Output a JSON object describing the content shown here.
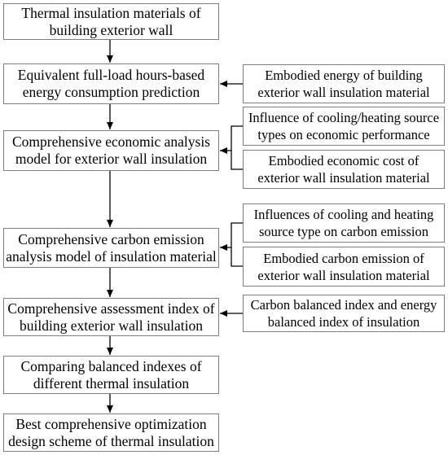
{
  "flow": {
    "main_steps": [
      {
        "text": "Thermal insulation materials of\nbuilding exterior wall"
      },
      {
        "text": "Equivalent full-load hours-based\nenergy consumption prediction"
      },
      {
        "text": "Comprehensive economic analysis\nmodel for exterior wall insulation"
      },
      {
        "text": "Comprehensive carbon emission\nanalysis model of insulation material"
      },
      {
        "text": "Comprehensive assessment index of\nbuilding exterior wall insulation"
      },
      {
        "text": "Comparing balanced indexes of\ndifferent  thermal insulation"
      },
      {
        "text": "Best comprehensive optimization\ndesign scheme of thermal insulation"
      }
    ],
    "side_inputs": [
      {
        "text": "Embodied  energy of building\nexterior wall insulation material"
      },
      {
        "text": "Influence of cooling/heating source\ntypes on economic  performance"
      },
      {
        "text": "Embodied economic cost of\nexterior wall insulation material"
      },
      {
        "text": "Influences of cooling and heating\nsource type on carbon emission"
      },
      {
        "text": "Embodied carbon emission of\nexterior wall insulation material"
      },
      {
        "text": "Carbon balanced index and energy\nbalanced index of insulation"
      }
    ]
  },
  "colors": {
    "box_border": "#7f7f7f",
    "arrow": "#000000",
    "text": "#000000",
    "background": "#ffffff"
  }
}
